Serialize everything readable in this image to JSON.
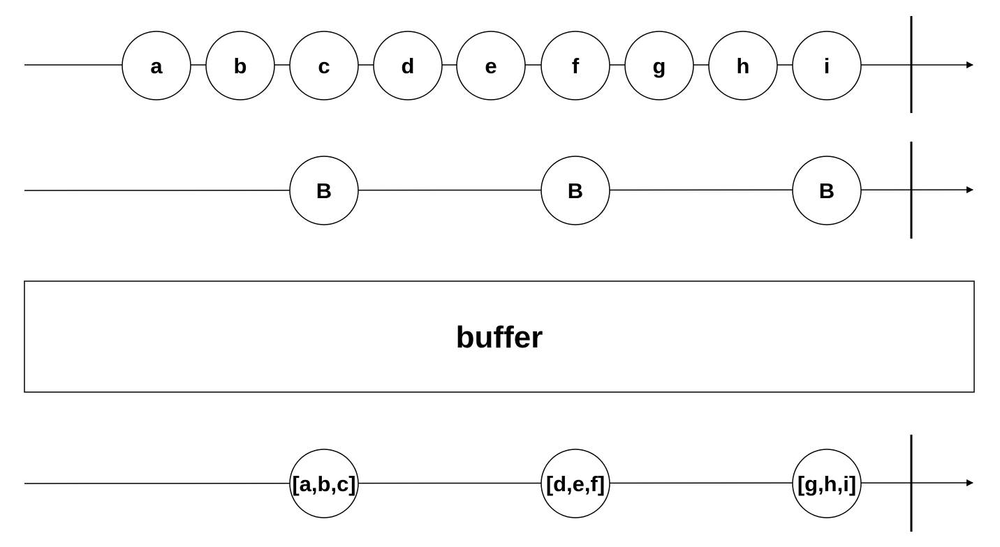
{
  "source_timeline": {
    "marbles": [
      "a",
      "b",
      "c",
      "d",
      "e",
      "f",
      "g",
      "h",
      "i"
    ]
  },
  "notifier_timeline": {
    "marbles": [
      "B",
      "B",
      "B"
    ]
  },
  "operator": {
    "label": "buffer"
  },
  "output_timeline": {
    "marbles": [
      "[a,b,c]",
      "[d,e,f]",
      "[g,h,i]"
    ]
  },
  "colors": {
    "stroke": "#000000",
    "marble_fill": "#ffffff",
    "background": "#ffffff"
  }
}
